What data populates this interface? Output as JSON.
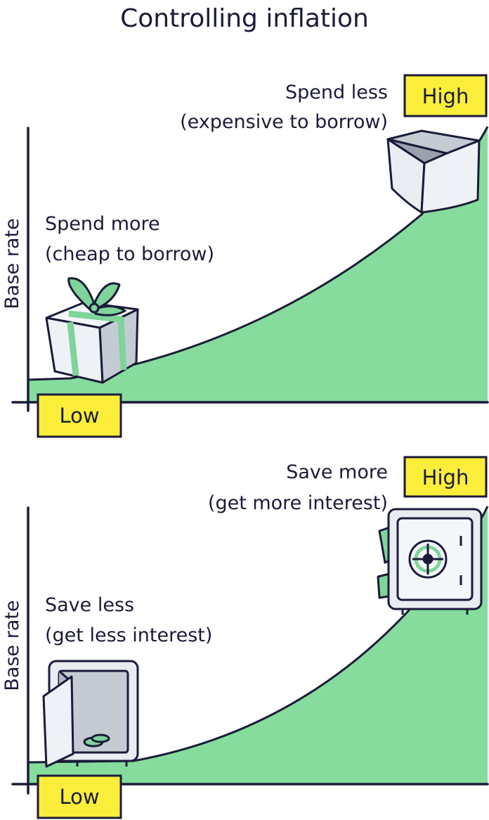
{
  "title": "Controlling inflation",
  "colors": {
    "ink": "#1b1b3a",
    "area_fill": "#86dc9c",
    "label_fill": "#fbee3b",
    "gift_ribbon": "#7ed49a",
    "object_fill": "#e9edf2",
    "object_shade": "#c5cbd3",
    "background": "#ffffff"
  },
  "panels": [
    {
      "y_axis_label": "Base rate",
      "low_label": "Low",
      "high_label": "High",
      "low_annotation": {
        "line1": "Spend more",
        "line2": "(cheap to borrow)"
      },
      "high_annotation": {
        "line1": "Spend less",
        "line2": "(expensive to borrow)"
      },
      "low_icon": "gift-box-icon",
      "high_icon": "empty-box-icon"
    },
    {
      "y_axis_label": "Base rate",
      "low_label": "Low",
      "high_label": "High",
      "low_annotation": {
        "line1": "Save less",
        "line2": "(get less interest)"
      },
      "high_annotation": {
        "line1": "Save more",
        "line2": "(get more interest)"
      },
      "low_icon": "open-safe-icon",
      "high_icon": "closed-safe-icon"
    }
  ]
}
